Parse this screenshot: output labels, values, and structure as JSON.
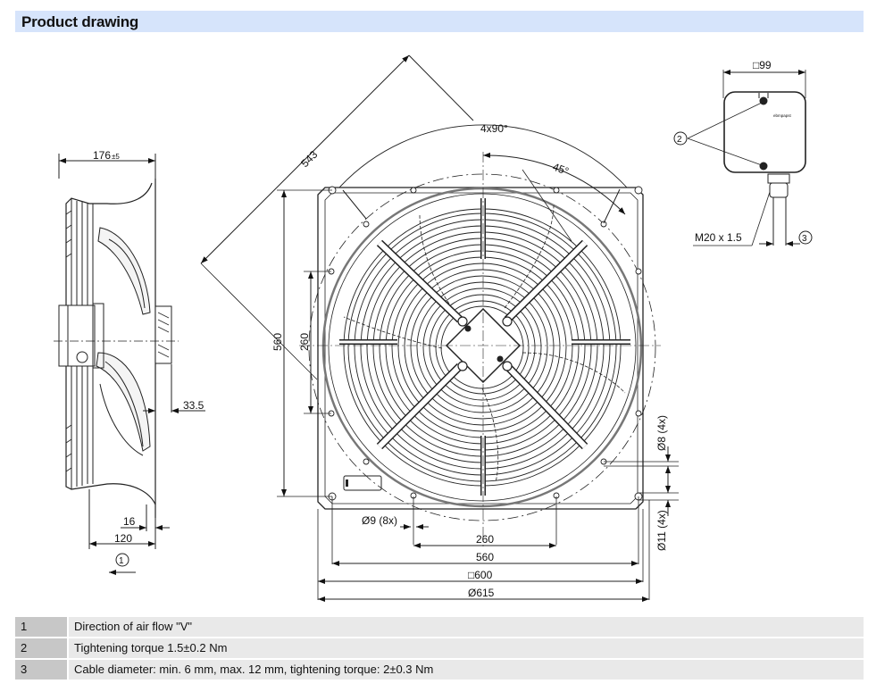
{
  "header": {
    "title": "Product drawing"
  },
  "side_view": {
    "dim_depth": "176",
    "dim_depth_tol": "±5",
    "dim_grille": "33.5",
    "dim_flange": "16",
    "dim_inlet": "120",
    "airflow_marker": "1"
  },
  "front_view": {
    "dim_diagonal": "543",
    "dim_angle_pattern": "4x90°",
    "dim_angle_offset": "45°",
    "dim_height": "560",
    "dim_inner_height": "260",
    "dim_hole_small": "Ø9 (8x)",
    "dim_bottom_inner": "260",
    "dim_bottom_560": "560",
    "dim_square": "□600",
    "dim_diameter": "Ø615",
    "dim_hole_8": "Ø8 (4x)",
    "dim_hole_11": "Ø11 (4x)"
  },
  "terminal_box": {
    "dim_square": "□99",
    "thread_label": "M20 x 1.5",
    "torque_marker": "2",
    "cable_marker": "3",
    "brand_text": "ebmpapst"
  },
  "legend": [
    {
      "num": "1",
      "text": "Direction of air flow \"V\""
    },
    {
      "num": "2",
      "text": "Tightening torque 1.5±0.2 Nm"
    },
    {
      "num": "3",
      "text": "Cable diameter: min. 6 mm, max. 12 mm, tightening torque: 2±0.3 Nm"
    }
  ]
}
